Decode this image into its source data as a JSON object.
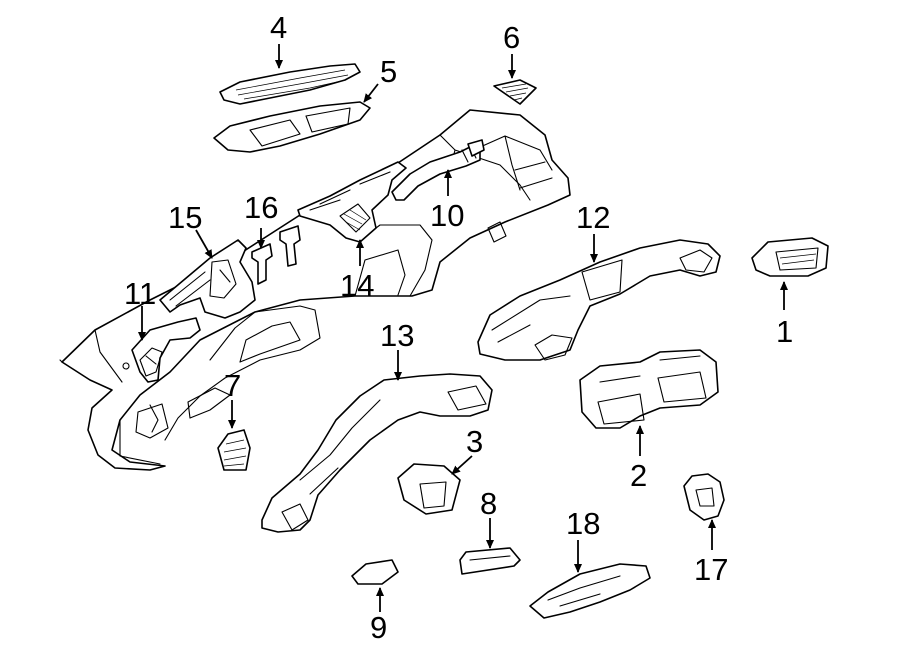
{
  "diagram": {
    "callouts": [
      "1",
      "2",
      "3",
      "4",
      "5",
      "6",
      "7",
      "8",
      "9",
      "10",
      "11",
      "12",
      "13",
      "14",
      "15",
      "16",
      "17",
      "18"
    ]
  },
  "colors": {
    "line": "#000000",
    "background": "#ffffff"
  }
}
